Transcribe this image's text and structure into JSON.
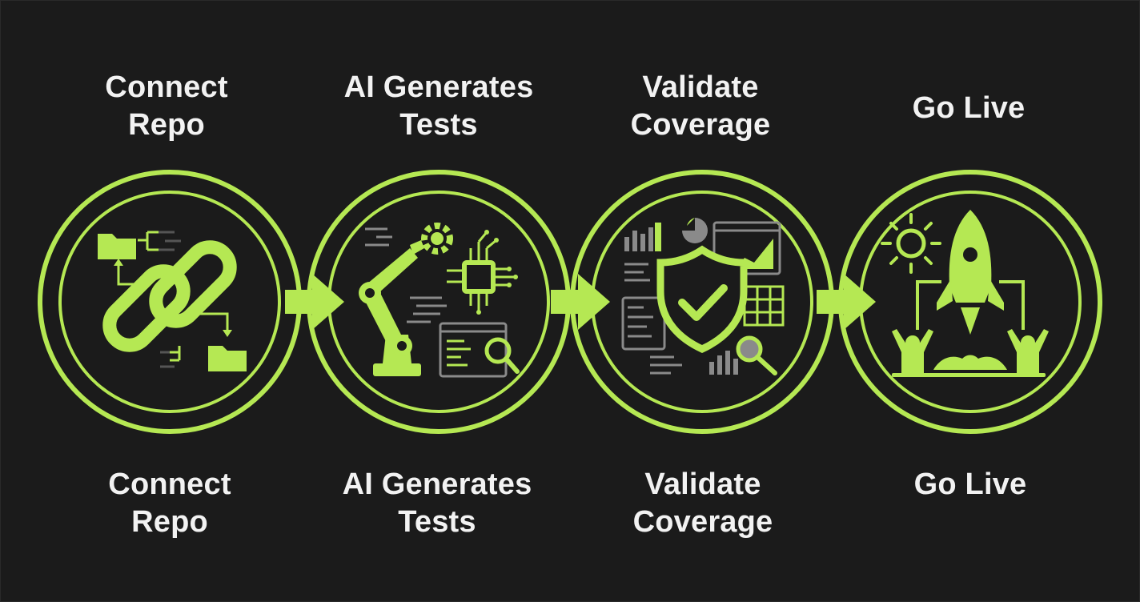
{
  "accent_color": "#b5e853",
  "background_color": "#1b1b1b",
  "steps": [
    {
      "top_label": [
        "Connect",
        "Repo"
      ],
      "bottom_label": [
        "Connect",
        "Repo"
      ],
      "icon": "chain-link-repo-icon"
    },
    {
      "top_label": [
        "AI Generates",
        "Tests"
      ],
      "bottom_label": [
        "AI Generates",
        "Tests"
      ],
      "icon": "robot-arm-chip-icon"
    },
    {
      "top_label": [
        "Validate",
        "Coverage"
      ],
      "bottom_label": [
        "Validate",
        "Coverage"
      ],
      "icon": "shield-check-icon"
    },
    {
      "top_label": [
        "Go Live"
      ],
      "bottom_label": [
        "Go Live"
      ],
      "icon": "rocket-launch-icon"
    }
  ]
}
